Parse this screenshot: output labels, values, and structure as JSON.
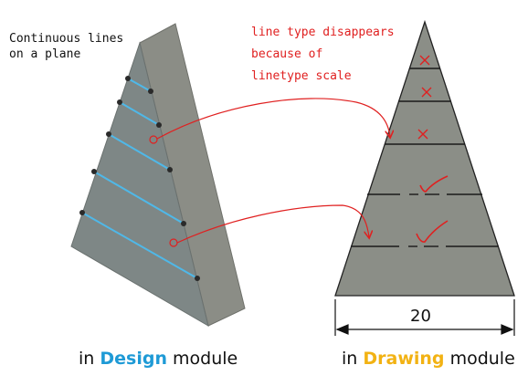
{
  "labels": {
    "plane_note": [
      "Continuous lines",
      "on a plane"
    ],
    "drawing_note": [
      "line type disappears",
      "because of",
      "linetype scale"
    ],
    "caption_design": {
      "prefix": "in ",
      "highlight": "Design",
      "suffix": " module"
    },
    "caption_drawing": {
      "prefix": "in ",
      "highlight": "Drawing",
      "suffix": " module"
    },
    "dimension_value": "20"
  },
  "colors": {
    "highlight_design": "#1e9ad6",
    "highlight_drawing": "#f2b213",
    "annotation_red": "#e02020",
    "model_line_blue": "#4fb8e8",
    "solid_front": "#7e8786",
    "solid_side": "#8b8d86"
  },
  "marks": {
    "crossed_out_lines": 3,
    "checked_dashed_lines": 2
  }
}
